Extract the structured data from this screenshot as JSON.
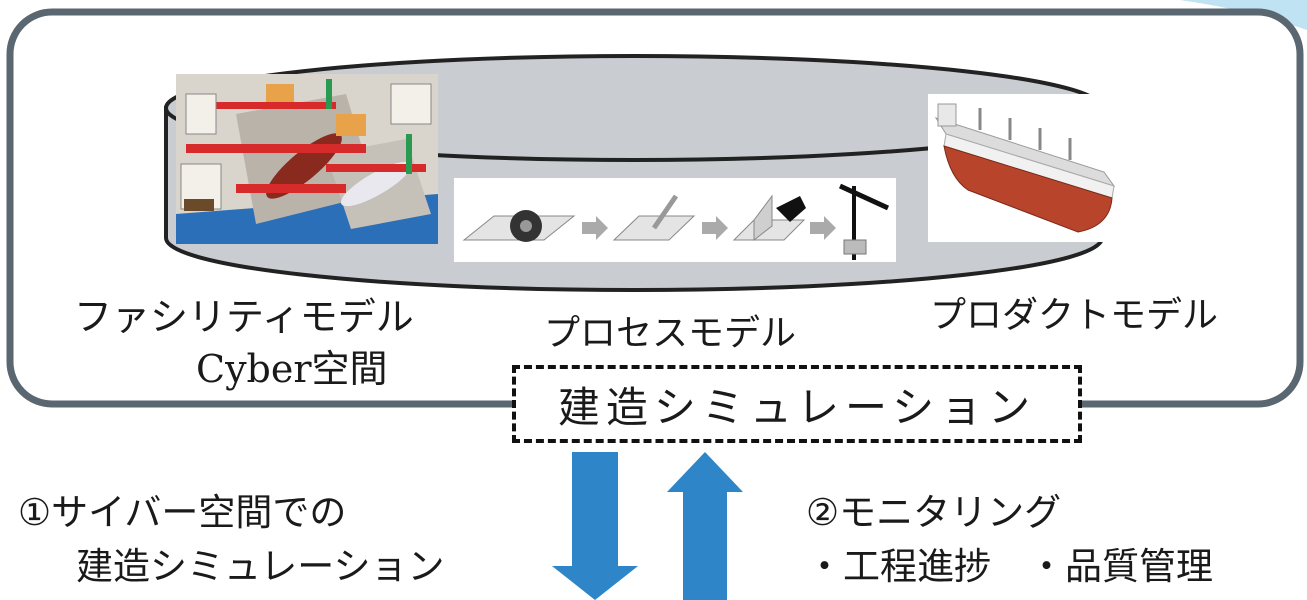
{
  "cyber_space": {
    "title": "Cyber空間",
    "models": {
      "facility": "ファシリティモデル",
      "process": "プロセスモデル",
      "product": "プロダクトモデル"
    }
  },
  "simulation_box": {
    "label": "建造シミュレーション"
  },
  "left_caption": {
    "line1": "①サイバー空間での",
    "line2": "建造シミュレーション"
  },
  "right_caption": {
    "line1": "②モニタリング",
    "line2": "・工程進捗　・品質管理"
  },
  "colors": {
    "frame_border": "#5a6670",
    "cylinder_fill": "#c9cdd1",
    "arrow_blue": "#2e86c8",
    "ship_hull": "#b8452b",
    "crane_red": "#d72b2b"
  },
  "icons": {
    "facility_image": "shipyard-3d-image",
    "process_image": "process-steps-image",
    "product_image": "ship-3d-image",
    "down_arrow": "arrow-down-icon",
    "up_arrow": "arrow-up-icon"
  }
}
